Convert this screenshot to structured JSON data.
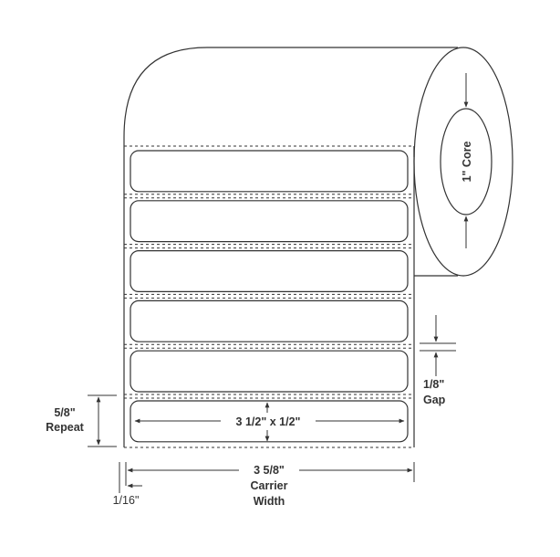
{
  "labels": {
    "core": "1\" Core",
    "gap_value": "1/8\"",
    "gap_word": "Gap",
    "repeat_value": "5/8\"",
    "repeat_word": "Repeat",
    "label_size": "3 1/2\" x 1/2\"",
    "carrier_value": "3 5/8\"",
    "carrier_word1": "Carrier",
    "carrier_word2": "Width",
    "margin_value": "1/16\""
  },
  "label_count": 6,
  "colors": {
    "line": "#333333",
    "background": "#ffffff"
  }
}
